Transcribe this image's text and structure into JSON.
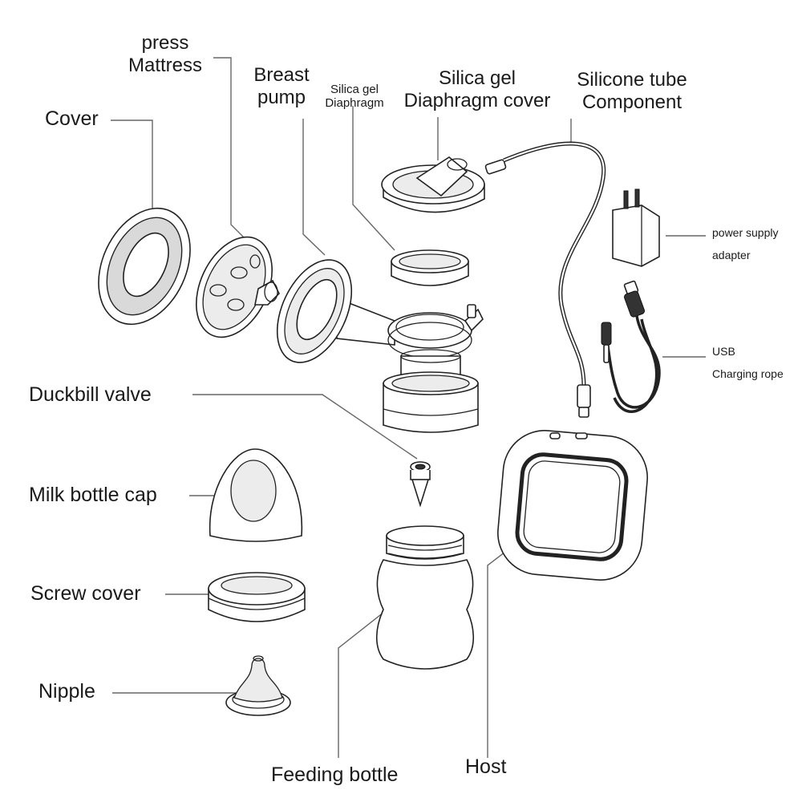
{
  "labels": {
    "cover": "Cover",
    "press_mattress_line1": "press",
    "press_mattress_line2": "Mattress",
    "breast_pump_line1": "Breast",
    "breast_pump_line2": "pump",
    "silica_diaphragm_line1": "Silica gel",
    "silica_diaphragm_line2": "Diaphragm",
    "silica_cover_line1": "Silica gel",
    "silica_cover_line2": "Diaphragm cover",
    "silicone_tube_line1": "Silicone tube",
    "silicone_tube_line2": "Component",
    "power_adapter_line1": "power supply",
    "power_adapter_line2": "adapter",
    "usb_line1": "USB",
    "usb_line2": "Charging rope",
    "duckbill_valve": "Duckbill valve",
    "milk_bottle_cap": "Milk bottle cap",
    "screw_cover": "Screw cover",
    "nipple": "Nipple",
    "feeding_bottle": "Feeding bottle",
    "host": "Host"
  }
}
